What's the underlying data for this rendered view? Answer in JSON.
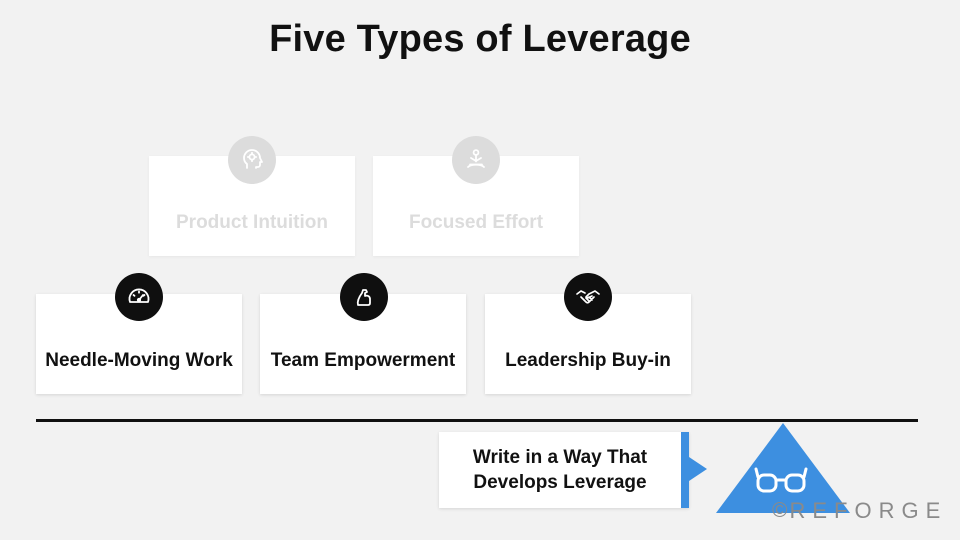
{
  "title": "Five Types of Leverage",
  "top_row": [
    {
      "label": "Product Intuition",
      "icon": "head-brain-icon"
    },
    {
      "label": "Focused Effort",
      "icon": "meditation-icon"
    }
  ],
  "bottom_row": [
    {
      "label": "Needle-Moving Work",
      "icon": "speedometer-icon"
    },
    {
      "label": "Team Empowerment",
      "icon": "flexed-arm-icon"
    },
    {
      "label": "Leadership Buy-in",
      "icon": "handshake-icon"
    }
  ],
  "callout": {
    "line1": "Write in a Way That",
    "line2": "Develops Leverage"
  },
  "brand": {
    "copyright": "©",
    "name": "REFORGE"
  },
  "colors": {
    "accent": "#3d8fe0",
    "badge": "#0f0f0f",
    "faded": "#dcdcdc",
    "background": "#f2f2f2"
  }
}
